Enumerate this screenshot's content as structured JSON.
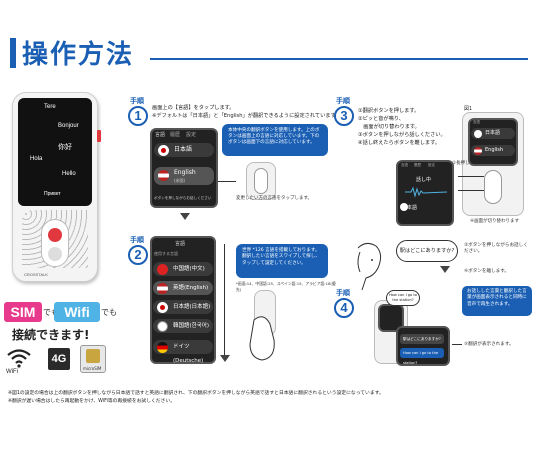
{
  "header": {
    "title": "操作方法"
  },
  "device": {
    "words": [
      "Tere",
      "Bonjour",
      "你好",
      "Hola",
      "Hello",
      "Привет"
    ],
    "brand": "CROSSTALK"
  },
  "tags": {
    "sim": "SIM",
    "de1": "でも",
    "wifi": "Wifi",
    "de2": "でも",
    "connect": "接続できます!"
  },
  "icons": {
    "wifi_label": "WiFi",
    "fourg": "4G",
    "sim_label": "microSIM"
  },
  "step1": {
    "label": "手順",
    "num": "1",
    "text1": "画面上の【言語】をタップします。",
    "text2": "※デフォルトは「日本語」と「English」が翻訳できるように設定されています。",
    "tabs": [
      "言語",
      "履歴",
      "設定"
    ],
    "languages": [
      "日本語",
      "English"
    ],
    "lang_sub": "(米国)",
    "hint": "ボタンを押しながらお話しください",
    "balloon": "本体中央の翻訳ボタンを使用します。上のボタンは画面上の言語に対応しています。下のボタンは画面下の言語に対応しています。",
    "note": "変更したい方の言語をタップします。"
  },
  "step2": {
    "label": "手順",
    "num": "2",
    "title": "言語",
    "subtitle": "使用する言語",
    "languages": [
      "中国語(中文)",
      "英語(English)",
      "日本語(日本語)",
      "韓国語(한국어)",
      "ドイツ(Deutsche)"
    ],
    "balloon": "世界 *126 言語を搭載しております。翻訳したい言語をスワイプして探し、タップして設定してください。",
    "note": "*画面:14、中国語:25、スペイン語:15、アラビア語:18(優先)"
  },
  "step3": {
    "label": "手順",
    "num": "3",
    "items": [
      "①翻訳ボタンを押します。",
      "②ピッと音が鳴り、",
      "　画面が切り替わります。",
      "③ボタンを押しながら話しください。",
      "④話し終えたらボタンを離します。"
    ],
    "figure_label": "図1",
    "tabs": [
      "言語",
      "履歴",
      "設定"
    ],
    "languages": [
      "日本語",
      "English"
    ],
    "speaking": "話し中",
    "lang_inline": "日本語",
    "press_note": "①長押し",
    "release_note": "④画面が切り替わります"
  },
  "step4": {
    "label": "手順",
    "num": "4",
    "speech": "駅はどこにありますか?",
    "press_note": "②ボタンを押しながらお話しください。",
    "release_note": "④ボタンを離します。",
    "balloon": "お話しした言葉と翻訳した言葉が画面表示されると同時に音声で再生されます。",
    "result_note": "⑤翻訳が表示されます。",
    "bubble_top": "How can I go to the station?",
    "bubble_mid": "駅はどこにありますか?"
  },
  "footnotes": [
    "※図1の設定の場合は上の翻訳ボタンを押しながら日本語で話すと英語に翻訳され、下の翻訳ボタンを押しながら英語で話すと日本語に翻訳されるという設定になっています。",
    "※翻訳が遅い場合はしたら再起動をかけ、WiFi等の再接続をお試しください。"
  ],
  "colors": {
    "accent": "#1a5fb4",
    "red": "#e0383e",
    "pink": "#e83a8c",
    "sky": "#4fb3e6"
  }
}
